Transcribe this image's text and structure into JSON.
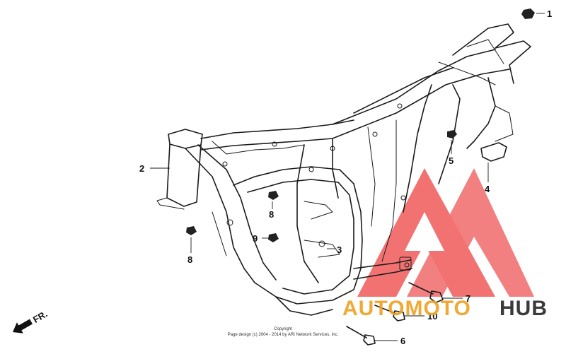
{
  "diagram": {
    "callouts": [
      {
        "id": "c1",
        "label": "1"
      },
      {
        "id": "c2",
        "label": "2"
      },
      {
        "id": "c3",
        "label": "3"
      },
      {
        "id": "c4",
        "label": "4"
      },
      {
        "id": "c5",
        "label": "5"
      },
      {
        "id": "c6",
        "label": "6"
      },
      {
        "id": "c7",
        "label": "7"
      },
      {
        "id": "c8a",
        "label": "8"
      },
      {
        "id": "c8b",
        "label": "8"
      },
      {
        "id": "c9",
        "label": "9"
      },
      {
        "id": "c10",
        "label": "10"
      }
    ],
    "direction_label": "FR.",
    "copyright_title": "Copyright",
    "copyright_line": "Page design (c) 2004 - 2014 by ARI Network Services, Inc."
  },
  "watermark": {
    "part1": "AUTOMOTO",
    "part2": "HUB",
    "colors": {
      "triangle": "#f05a5a",
      "auto": "#f0a020",
      "hub": "#3a3a3a"
    }
  }
}
